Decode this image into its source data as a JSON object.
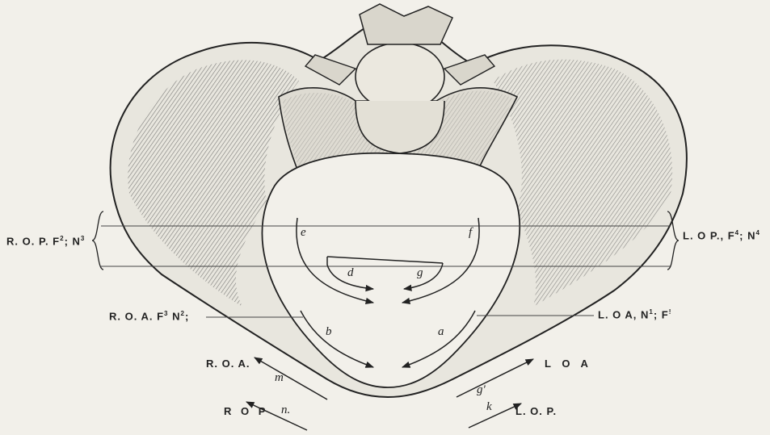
{
  "colors": {
    "background": "#f2f0ea",
    "ink": "#222222",
    "bone": "#e8e6de",
    "shade": "#4a4a4a"
  },
  "labels": {
    "rop_left": {
      "main": "R. O. P.  F",
      "s1": "2",
      "sep": "; N",
      "s2": "3"
    },
    "roa_left": {
      "main": "R. O. A.  F",
      "s1": "3",
      "sep": " N",
      "s2": "2",
      "tail": ";"
    },
    "lop_right": {
      "main": "L. O  P.,  F",
      "s1": "4",
      "sep": "; N",
      "s2": "4"
    },
    "loa_right": {
      "main": "L.  O  A,  N",
      "s1": "1",
      "sep": ";  F",
      "s2": "!"
    },
    "roa_bottom": "R. O. A.",
    "rop_bottom": "R O P",
    "loa_bottom": "L O A",
    "lop_bottom": "L. O. P."
  },
  "letters": {
    "e": "e",
    "f": "f",
    "d": "d",
    "g": "g",
    "b": "b",
    "a": "a",
    "m": "m",
    "n": "n.",
    "g1": "g'",
    "k": "k"
  }
}
